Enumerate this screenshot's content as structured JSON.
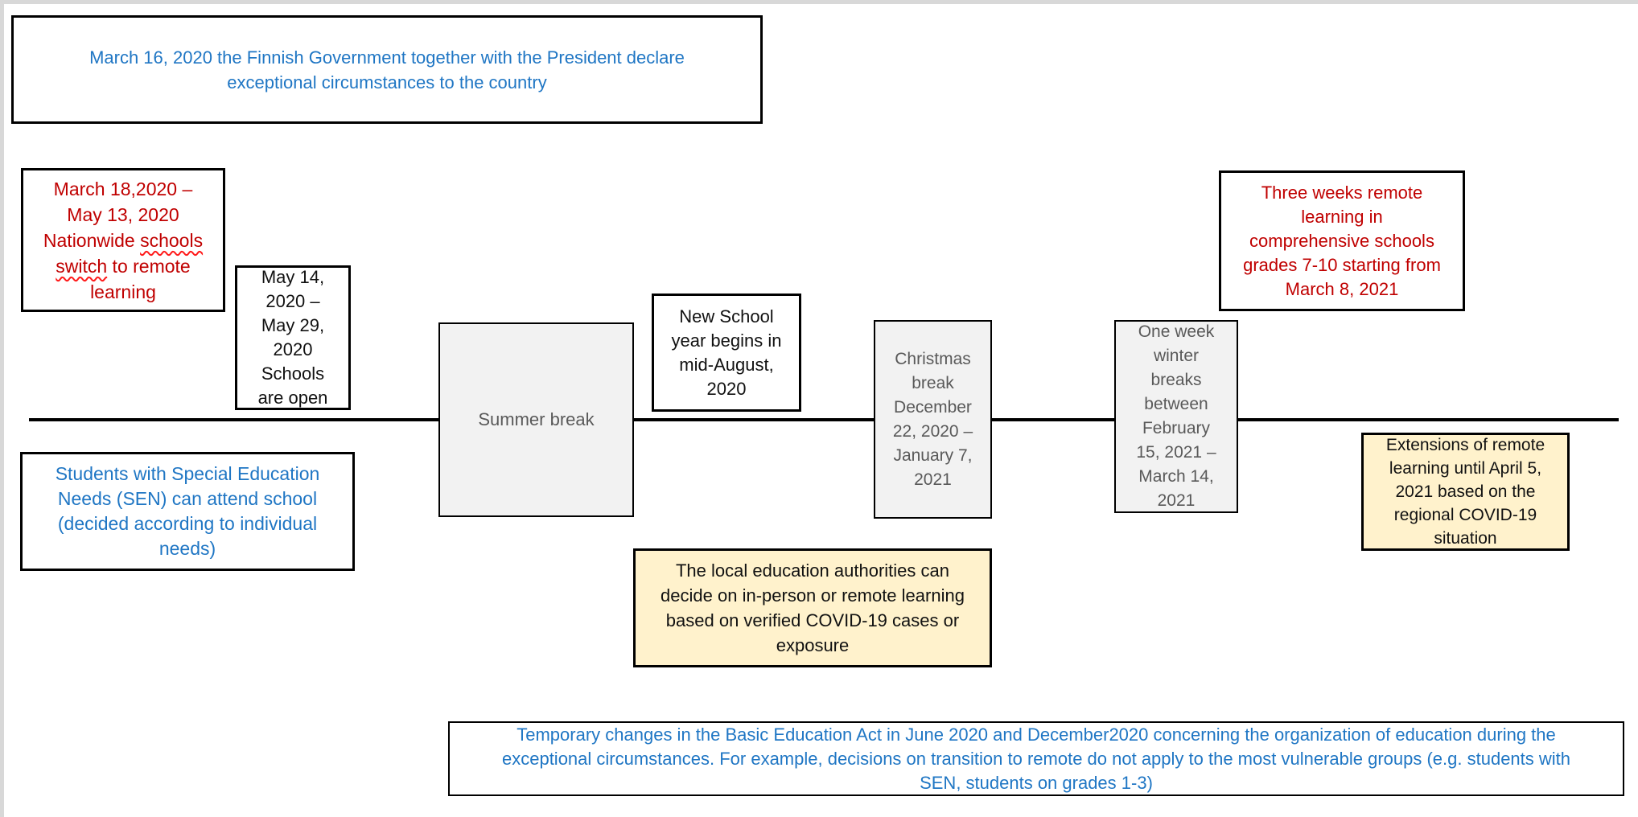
{
  "colors": {
    "accent_blue": "#1F76C4",
    "accent_red": "#C00000",
    "gray_fill": "#F2F2F2",
    "gray_text": "#595959",
    "yellow_fill": "#FFF2CC",
    "timeline_black": "#000000",
    "page_edge_gray": "#d8d8d8"
  },
  "timeline": {
    "orientation": "horizontal"
  },
  "boxes": {
    "gov": {
      "text": "March 16, 2020 the Finnish Government together with the President declare\nexceptional circumstances to the country"
    },
    "remote_switch": {
      "part1": "March 18,2020 –\nMay 13, 2020\nNationwide ",
      "wavy1": "schools",
      "linebreak": "\n",
      "wavy2": "switch",
      "part2": " to remote\nlearning"
    },
    "schools_open": {
      "text": "May 14,\n2020 –\nMay 29,\n2020\nSchools\nare open"
    },
    "summer": {
      "text": "Summer break"
    },
    "new_year": {
      "text": "New School\nyear begins in\nmid-August,\n2020"
    },
    "christmas": {
      "text": "Christmas\nbreak\nDecember\n22, 2020 –\nJanuary 7,\n2021"
    },
    "winter": {
      "text": "One week\nwinter\nbreaks\nbetween\nFebruary\n15, 2021 –\nMarch 14,\n2021"
    },
    "three_weeks": {
      "text": "Three weeks remote\nlearning in\ncomprehensive schools\ngrades 7-10 starting from\nMarch 8, 2021"
    },
    "extensions": {
      "text": "Extensions of remote\nlearning until April 5,\n2021 based on the\nregional COVID-19\nsituation"
    },
    "sen": {
      "text": "Students with Special Education\nNeeds (SEN) can attend school\n(decided according to individual\nneeds)"
    },
    "local_auth": {
      "text": "The local education authorities can\ndecide on in-person or remote learning\nbased on verified COVID-19 cases or\nexposure"
    },
    "basic_act": {
      "text": "Temporary changes in the Basic Education Act in June 2020 and December2020 concerning the organization of education during the\nexceptional circumstances. For example, decisions on transition to remote do not apply to the most vulnerable groups (e.g. students with\nSEN, students on grades 1-3)"
    }
  }
}
